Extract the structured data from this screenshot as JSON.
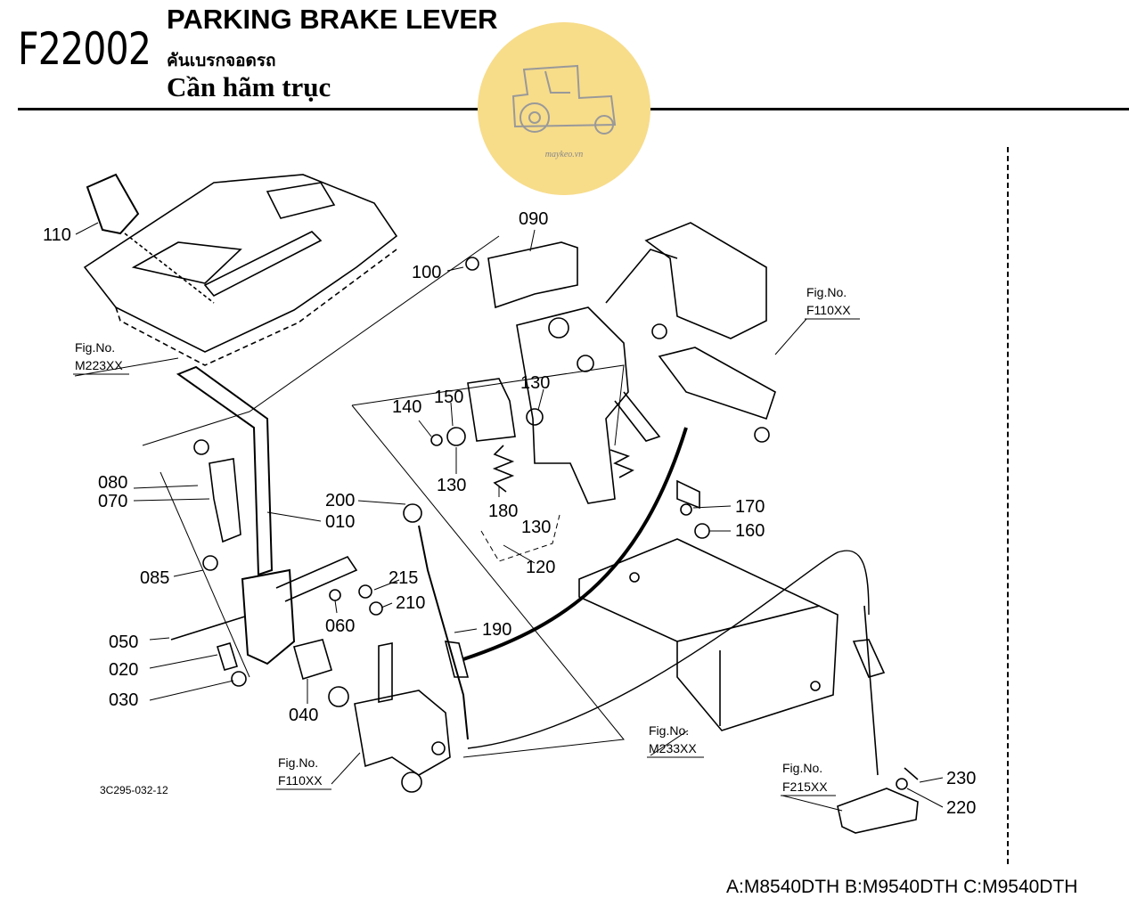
{
  "header": {
    "code": "F22002",
    "title_en": "PARKING BRAKE LEVER",
    "title_th": "คันเบรกจอดรถ",
    "title_vi": "Cần hãm trục"
  },
  "watermark": {
    "text": "maykeo.vn",
    "color": "#f7dc8a"
  },
  "drawing_code": "3C295-032-12",
  "models": "A:M8540DTH B:M9540DTH C:M9540DTH",
  "fig_refs": {
    "m223": {
      "label": "Fig.No.",
      "ref": "M223XX"
    },
    "f110_top": {
      "label": "Fig.No.",
      "ref": "F110XX"
    },
    "f110_bottom": {
      "label": "Fig.No.",
      "ref": "F110XX"
    },
    "m233": {
      "label": "Fig.No.",
      "ref": "M233XX"
    },
    "f215": {
      "label": "Fig.No.",
      "ref": "F215XX"
    }
  },
  "part_labels": {
    "p110": "110",
    "p090": "090",
    "p100": "100",
    "p140": "140",
    "p150": "150",
    "p130a": "130",
    "p130b": "130",
    "p130c": "130",
    "p180": "180",
    "p120": "120",
    "p080": "080",
    "p070": "070",
    "p010": "010",
    "p200": "200",
    "p085": "085",
    "p215": "215",
    "p210": "210",
    "p060": "060",
    "p050": "050",
    "p190": "190",
    "p020": "020",
    "p030": "030",
    "p040": "040",
    "p170": "170",
    "p160": "160",
    "p230": "230",
    "p220": "220"
  }
}
